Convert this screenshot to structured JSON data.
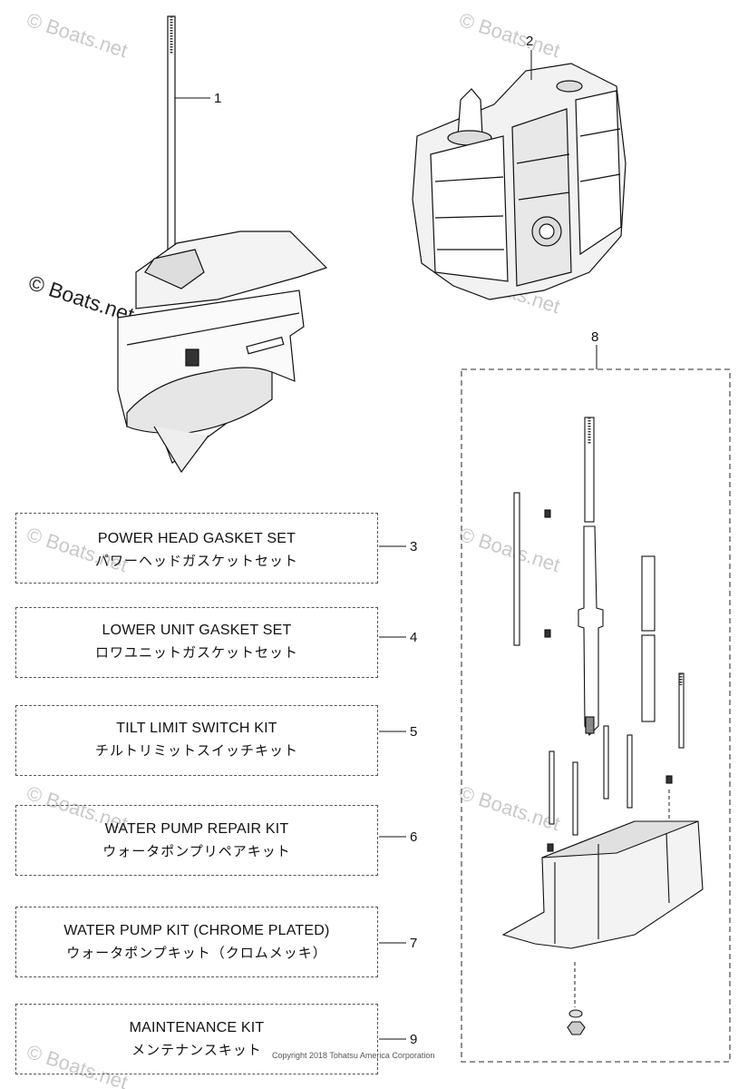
{
  "watermark": {
    "text": "© Boats.net",
    "color": "#c9c9c9"
  },
  "callouts": {
    "c1": "1",
    "c2": "2",
    "c3": "3",
    "c4": "4",
    "c5": "5",
    "c6": "6",
    "c7": "7",
    "c8": "8",
    "c9": "9"
  },
  "kits": [
    {
      "en": "POWER HEAD GASKET SET",
      "ja": "パワーヘッドガスケットセット",
      "callout": "3"
    },
    {
      "en": "LOWER UNIT GASKET SET",
      "ja": "ロワユニットガスケットセット",
      "callout": "4"
    },
    {
      "en": "TILT LIMIT SWITCH KIT",
      "ja": "チルトリミットスイッチキット",
      "callout": "5"
    },
    {
      "en": "WATER PUMP REPAIR KIT",
      "ja": "ウォータポンプリペアキット",
      "callout": "6"
    },
    {
      "en": "WATER PUMP KIT (CHROME PLATED)",
      "ja": "ウォータポンプキット（クロムメッキ）",
      "callout": "7"
    },
    {
      "en": "MAINTENANCE KIT",
      "ja": "メンテナンスキット",
      "callout": "9"
    }
  ],
  "copyright": "Copyright 2018 Tohatsu America Corporation"
}
